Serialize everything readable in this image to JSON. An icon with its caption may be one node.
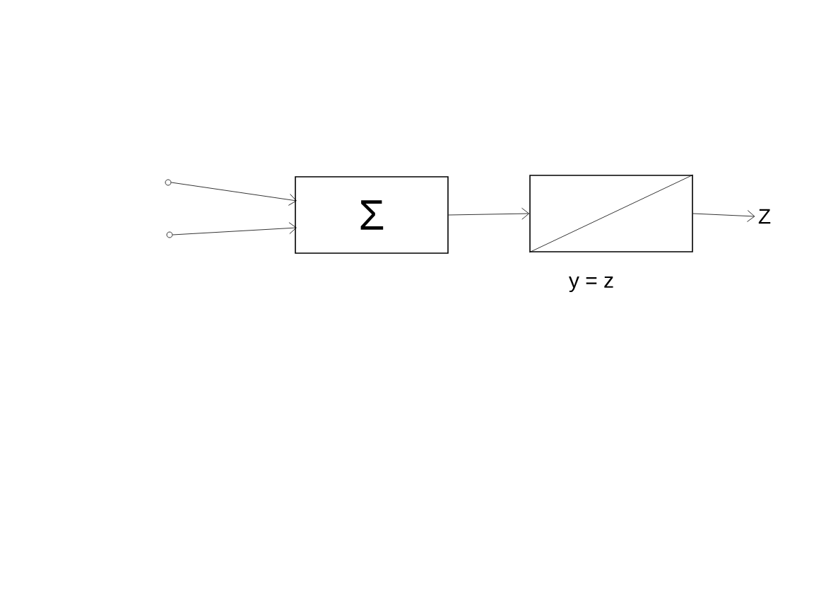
{
  "diagram": {
    "nodes": [
      {
        "text": [],
        "shape": "circle"
      },
      {
        "text": [],
        "shape": "circle"
      },
      {
        "text": [
          "Σ"
        ]
      },
      {
        "text": [],
        "shape": "box",
        "beside": [
          "y = z"
        ]
      },
      {
        "text": [
          "Z"
        ]
      }
    ],
    "edges": [
      {
        "from": 0,
        "to": 2,
        "arrow": "to"
      },
      {
        "from": 1,
        "to": 2,
        "arrow": "to"
      },
      {
        "from": 2,
        "to": 3,
        "arrow": "to"
      },
      {
        "from": 3,
        "to": 4,
        "arrow": "to"
      }
    ]
  }
}
